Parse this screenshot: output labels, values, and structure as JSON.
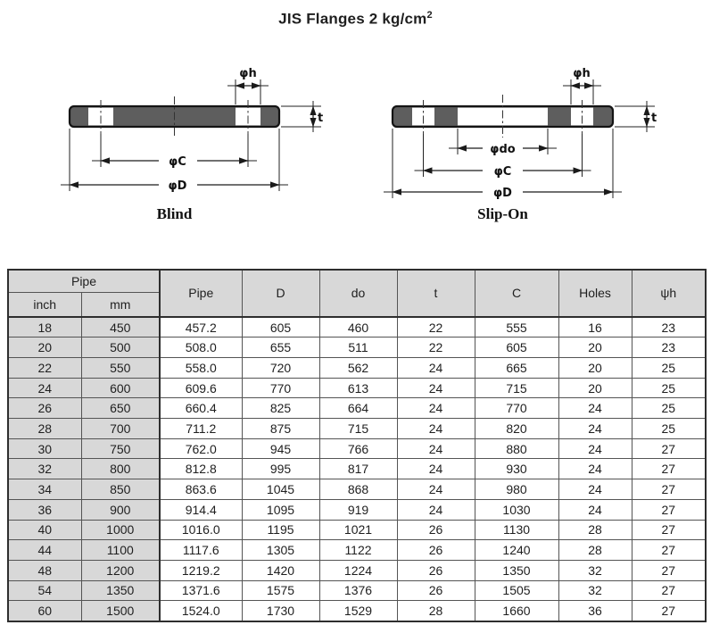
{
  "title": {
    "main": "JIS Flanges 2 kg/cm",
    "superscript": "2"
  },
  "diagrams": {
    "blind": {
      "label": "Blind",
      "dim_hole": "φh",
      "dim_thickness": "t",
      "dim_bolt_circle": "φC",
      "dim_outer": "φD"
    },
    "slip_on": {
      "label": "Slip-On",
      "dim_hole": "φh",
      "dim_thickness": "t",
      "dim_bore": "φdo",
      "dim_bolt_circle": "φC",
      "dim_outer": "φD"
    }
  },
  "table": {
    "header": {
      "pipe_group": "Pipe",
      "sub_inch": "inch",
      "sub_mm": "mm",
      "columns": [
        "Pipe",
        "D",
        "do",
        "t",
        "C",
        "Holes",
        "ψh"
      ]
    },
    "rows": [
      [
        "18",
        "450",
        "457.2",
        "605",
        "460",
        "22",
        "555",
        "16",
        "23"
      ],
      [
        "20",
        "500",
        "508.0",
        "655",
        "511",
        "22",
        "605",
        "20",
        "23"
      ],
      [
        "22",
        "550",
        "558.0",
        "720",
        "562",
        "24",
        "665",
        "20",
        "25"
      ],
      [
        "24",
        "600",
        "609.6",
        "770",
        "613",
        "24",
        "715",
        "20",
        "25"
      ],
      [
        "26",
        "650",
        "660.4",
        "825",
        "664",
        "24",
        "770",
        "24",
        "25"
      ],
      [
        "28",
        "700",
        "711.2",
        "875",
        "715",
        "24",
        "820",
        "24",
        "25"
      ],
      [
        "30",
        "750",
        "762.0",
        "945",
        "766",
        "24",
        "880",
        "24",
        "27"
      ],
      [
        "32",
        "800",
        "812.8",
        "995",
        "817",
        "24",
        "930",
        "24",
        "27"
      ],
      [
        "34",
        "850",
        "863.6",
        "1045",
        "868",
        "24",
        "980",
        "24",
        "27"
      ],
      [
        "36",
        "900",
        "914.4",
        "1095",
        "919",
        "24",
        "1030",
        "24",
        "27"
      ],
      [
        "40",
        "1000",
        "1016.0",
        "1195",
        "1021",
        "26",
        "1130",
        "28",
        "27"
      ],
      [
        "44",
        "1100",
        "1117.6",
        "1305",
        "1122",
        "26",
        "1240",
        "28",
        "27"
      ],
      [
        "48",
        "1200",
        "1219.2",
        "1420",
        "1224",
        "26",
        "1350",
        "32",
        "27"
      ],
      [
        "54",
        "1350",
        "1371.6",
        "1575",
        "1376",
        "26",
        "1505",
        "32",
        "27"
      ],
      [
        "60",
        "1500",
        "1524.0",
        "1730",
        "1529",
        "28",
        "1660",
        "36",
        "27"
      ]
    ]
  },
  "colors": {
    "table_shade": "#d8d8d8",
    "flange_fill": "#5e5e5e",
    "line": "#1a1a1a"
  }
}
